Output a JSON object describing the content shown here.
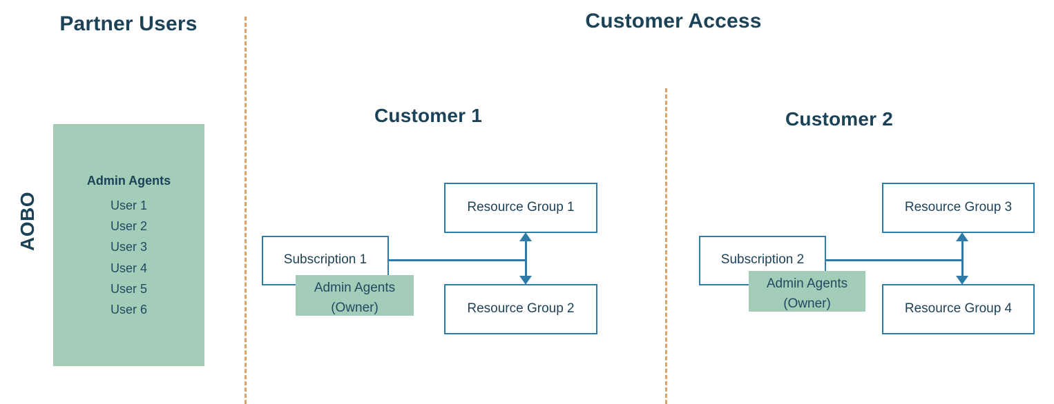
{
  "diagram": {
    "title_partner_users": "Partner Users",
    "title_customer_access": "Customer Access",
    "aobo_label": "AOBO",
    "colors": {
      "heading": "#1b4257",
      "body_text": "#1f4257",
      "box_border": "#2d7ba6",
      "green_fill": "#a3ccb9",
      "divider_dashed": "#d9a269",
      "background": "#ffffff"
    }
  },
  "partner_panel": {
    "heading": "Admin Agents",
    "users": [
      "User 1",
      "User 2",
      "User 3",
      "User 4",
      "User 5",
      "User 6"
    ]
  },
  "customers": [
    {
      "title": "Customer 1",
      "subscription": "Subscription 1",
      "owner_chip_line1": "Admin Agents",
      "owner_chip_line2": "(Owner)",
      "resource_groups": [
        "Resource Group 1",
        "Resource Group 2"
      ]
    },
    {
      "title": "Customer 2",
      "subscription": "Subscription 2",
      "owner_chip_line1": "Admin Agents",
      "owner_chip_line2": "(Owner)",
      "resource_groups": [
        "Resource Group 3",
        "Resource Group 4"
      ]
    }
  ]
}
